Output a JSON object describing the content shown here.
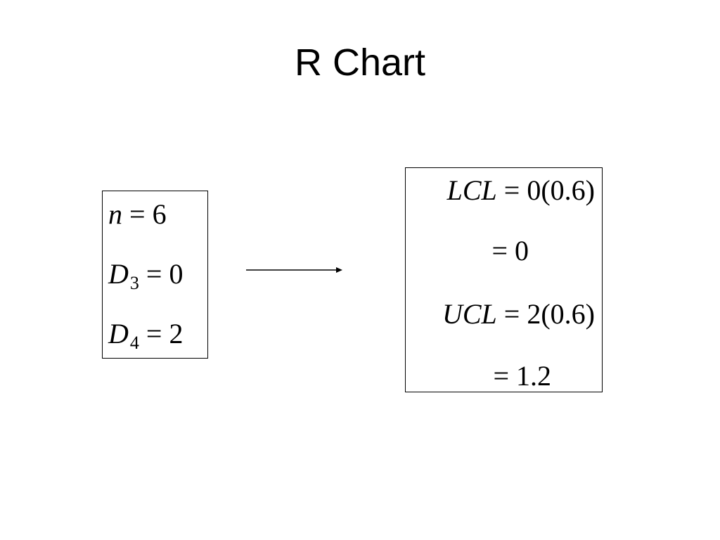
{
  "slide": {
    "title": "R Chart"
  },
  "params": {
    "n_var": "n",
    "n_val": "6",
    "d3_var": "D",
    "d3_sub": "3",
    "d3_val": "0",
    "d4_var": "D",
    "d4_sub": "4",
    "d4_val": "2"
  },
  "limits": {
    "lcl_var": "LCL",
    "lcl_expr": "0(0.6)",
    "lcl_result": "0",
    "ucl_var": "UCL",
    "ucl_expr": "2(0.6)",
    "ucl_result": "1.2"
  },
  "symbols": {
    "equals": "="
  }
}
